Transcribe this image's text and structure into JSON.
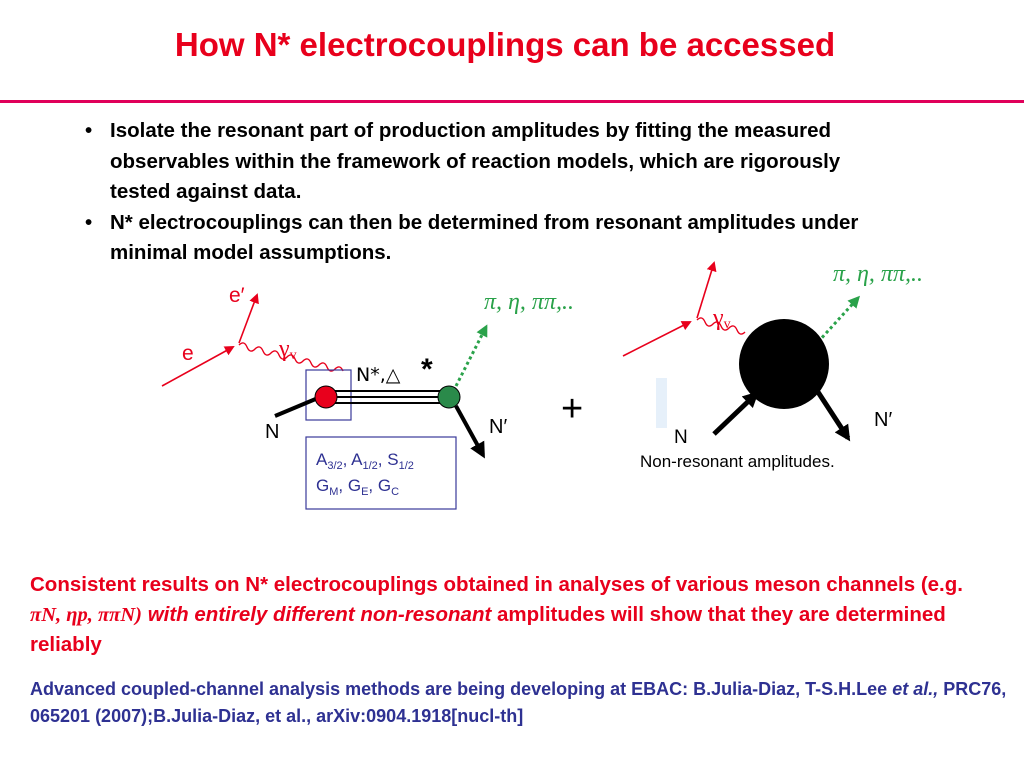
{
  "title": "How N* electrocouplings can be accessed",
  "bullets": [
    "Isolate the resonant part of production amplitudes by fitting the measured observables within the framework of reaction models, which are rigorously tested against data.",
    "N* electrocouplings can then be determined from resonant amplitudes under minimal model assumptions."
  ],
  "bullet_symbol": "•",
  "diagram": {
    "left": {
      "e_prime": "e′",
      "e": "e",
      "gamma_v": "γ",
      "gamma_v_sub": "v",
      "resonance": "N*,△",
      "resonance_star": "*",
      "N": "N",
      "N_prime": "N′",
      "final_state": "π, η, ππ,..",
      "box_line1": [
        "A",
        "3/2",
        ",  A",
        "1/2",
        ", S",
        "1/2"
      ],
      "box_line2": [
        "G",
        "M",
        ", G",
        "E",
        ", G",
        "C"
      ]
    },
    "plus": "+",
    "right": {
      "gamma_v": "γ",
      "gamma_v_sub": "v",
      "N": "N",
      "N_prime": "N′",
      "final_state": "π, η, ππ,..",
      "caption": "Non-resonant amplitudes."
    },
    "colors": {
      "lepton": "#e8001c",
      "final_state": "#2aa24a",
      "resonance_vertex_left": "#e8001c",
      "resonance_vertex_right": "#2a8a4a",
      "box_border": "#3a3a9a"
    }
  },
  "conclusion": {
    "part1": "Consistent results on N* electrocouplings  obtained in analyses of  various meson channels (e.g. ",
    "channels": "πN, ηp, ππN)",
    "part2": " with entirely different non-resonant",
    "part3": " amplitudes will show that they are determined reliably"
  },
  "reference": {
    "part1": "Advanced coupled-channel analysis methods are being developing at EBAC: B.Julia-Diaz, T-S.H.Lee ",
    "et_al": "et al.,",
    "part2": " PRC76, 065201 (2007);B.Julia-Diaz, et al., arXiv:0904.1918[nucl-th]"
  }
}
